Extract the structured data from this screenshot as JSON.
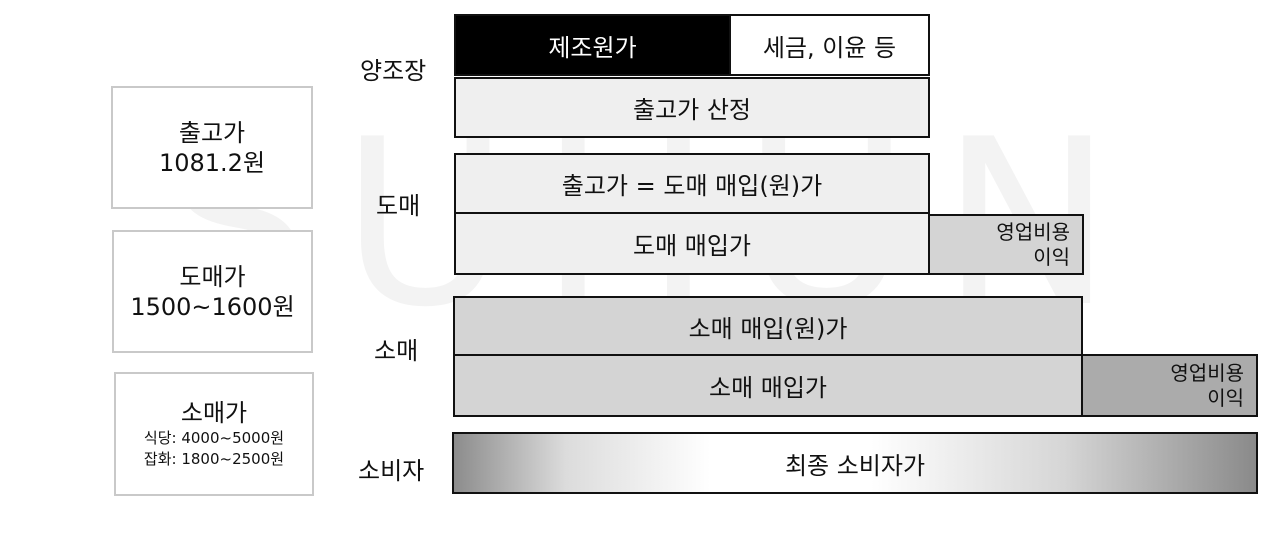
{
  "watermark": "SUHUN",
  "price_boxes": {
    "factory": {
      "label": "출고가",
      "value": "1081.2원"
    },
    "wholesale": {
      "label": "도매가",
      "value": "1500~1600원"
    },
    "retail": {
      "label": "소매가",
      "details": [
        "식당: 4000~5000원",
        "잡화: 1800~2500원"
      ]
    }
  },
  "stages": {
    "brewery": "양조장",
    "wholesale": "도매",
    "retail": "소매",
    "consumer": "소비자"
  },
  "bars": {
    "manufacturing_cost": "제조원가",
    "tax_profit": "세금, 이윤 등",
    "factory_price_calc": "출고가 산정",
    "factory_eq_wholesale": "출고가 = 도매 매입(원)가",
    "wholesale_purchase": "도매 매입가",
    "retail_purchase_cost": "소매 매입(원)가",
    "retail_purchase": "소매 매입가",
    "final_consumer_price": "최종 소비자가"
  },
  "margins": {
    "wholesale": {
      "line1": "영업비용",
      "line2": "이익"
    },
    "retail": {
      "line1": "영업비용",
      "line2": "이익"
    }
  },
  "colors": {
    "black_fill": "#000000",
    "light_fill": "#efefef",
    "mid_fill": "#d4d4d4",
    "dark_fill": "#ababab",
    "box_border": "#c9c9c9"
  }
}
